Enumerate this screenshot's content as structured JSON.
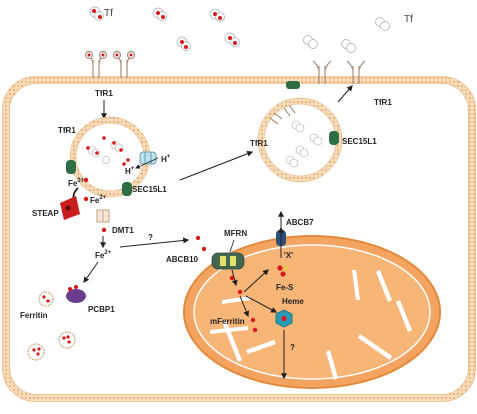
{
  "labels": {
    "tf_top": "Tf",
    "tf_right": "Tf",
    "tfr1_top": "TfR1",
    "tfr1_endosome": "TfR1",
    "tfr1_recycle": "TfR1",
    "tfr1_right": "TfR1",
    "fe3": "Fe",
    "fe3_sup": "3+",
    "fe2": "Fe",
    "fe2_sup": "2+",
    "fe2b": "Fe",
    "fe2b_sup": "2+",
    "hplus_a": "H",
    "hplus_b": "H",
    "plus": "+",
    "steap": "STEAP",
    "dmt1": "DMT1",
    "sec15l1_left": "SEC15L1",
    "sec15l1_right": "SEC15L1",
    "pcbp1": "PCBP1",
    "ferritin": "Ferritin",
    "mfrn": "MFRN",
    "abcb10": "ABCB10",
    "abcb7": "ABCB7",
    "x": "'X'",
    "fes": "Fe-S",
    "heme": "Heme",
    "mferritin": "mFerritin",
    "q1": "?",
    "q2": "?"
  },
  "colors": {
    "membrane": "#f6cfa6",
    "membrane_dot": "#e7a765",
    "mito_outer": "#f4a460",
    "mito_inner": "#f7b577",
    "iron": "#d7191c",
    "green_protein": "#2f6e45",
    "steap": "#c81e1e",
    "pcbp1": "#6a3d8f",
    "heme": "#2a9bb5"
  }
}
